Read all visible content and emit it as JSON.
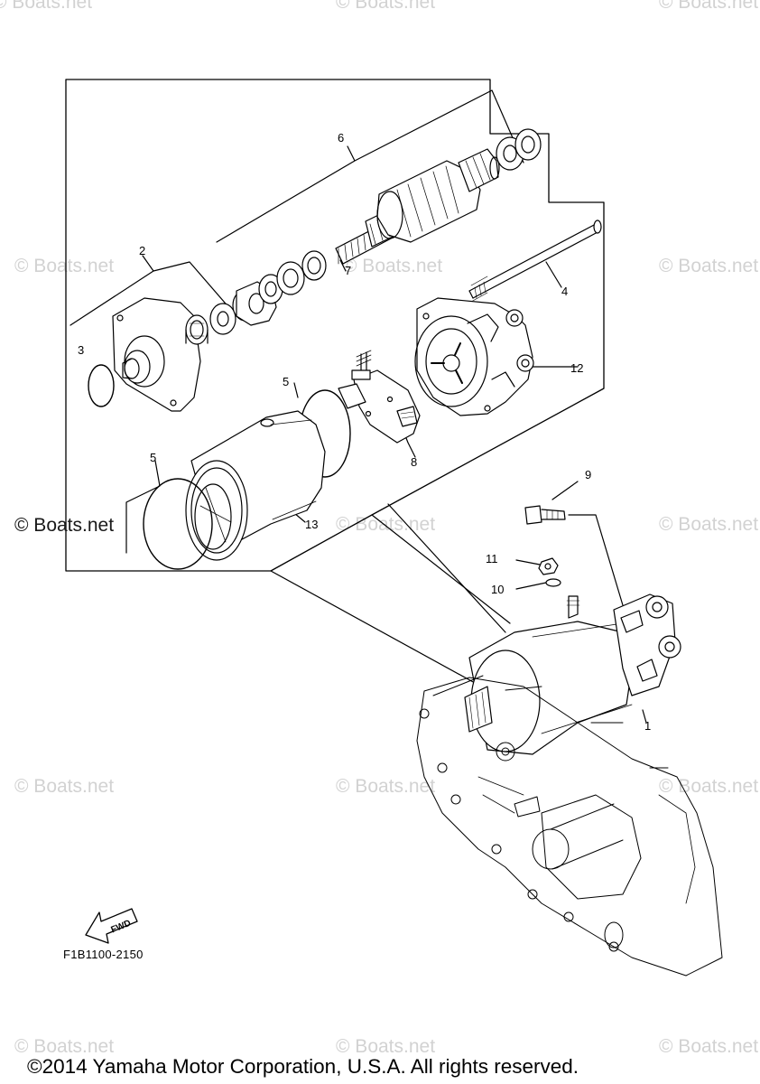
{
  "watermarks": {
    "text": "© Boats.net",
    "highlighted_text": "© Boats.net"
  },
  "callouts": {
    "c1": "1",
    "c2": "2",
    "c3": "3",
    "c4": "4",
    "c5a": "5",
    "c5b": "5",
    "c6": "6",
    "c7": "7",
    "c8": "8",
    "c9": "9",
    "c10": "10",
    "c11": "11",
    "c12": "12",
    "c13": "13"
  },
  "fwd_label": "FWD",
  "diagram_code": "F1B1100-2150",
  "copyright": "©2014 Yamaha Motor Corporation, U.S.A. All rights reserved."
}
